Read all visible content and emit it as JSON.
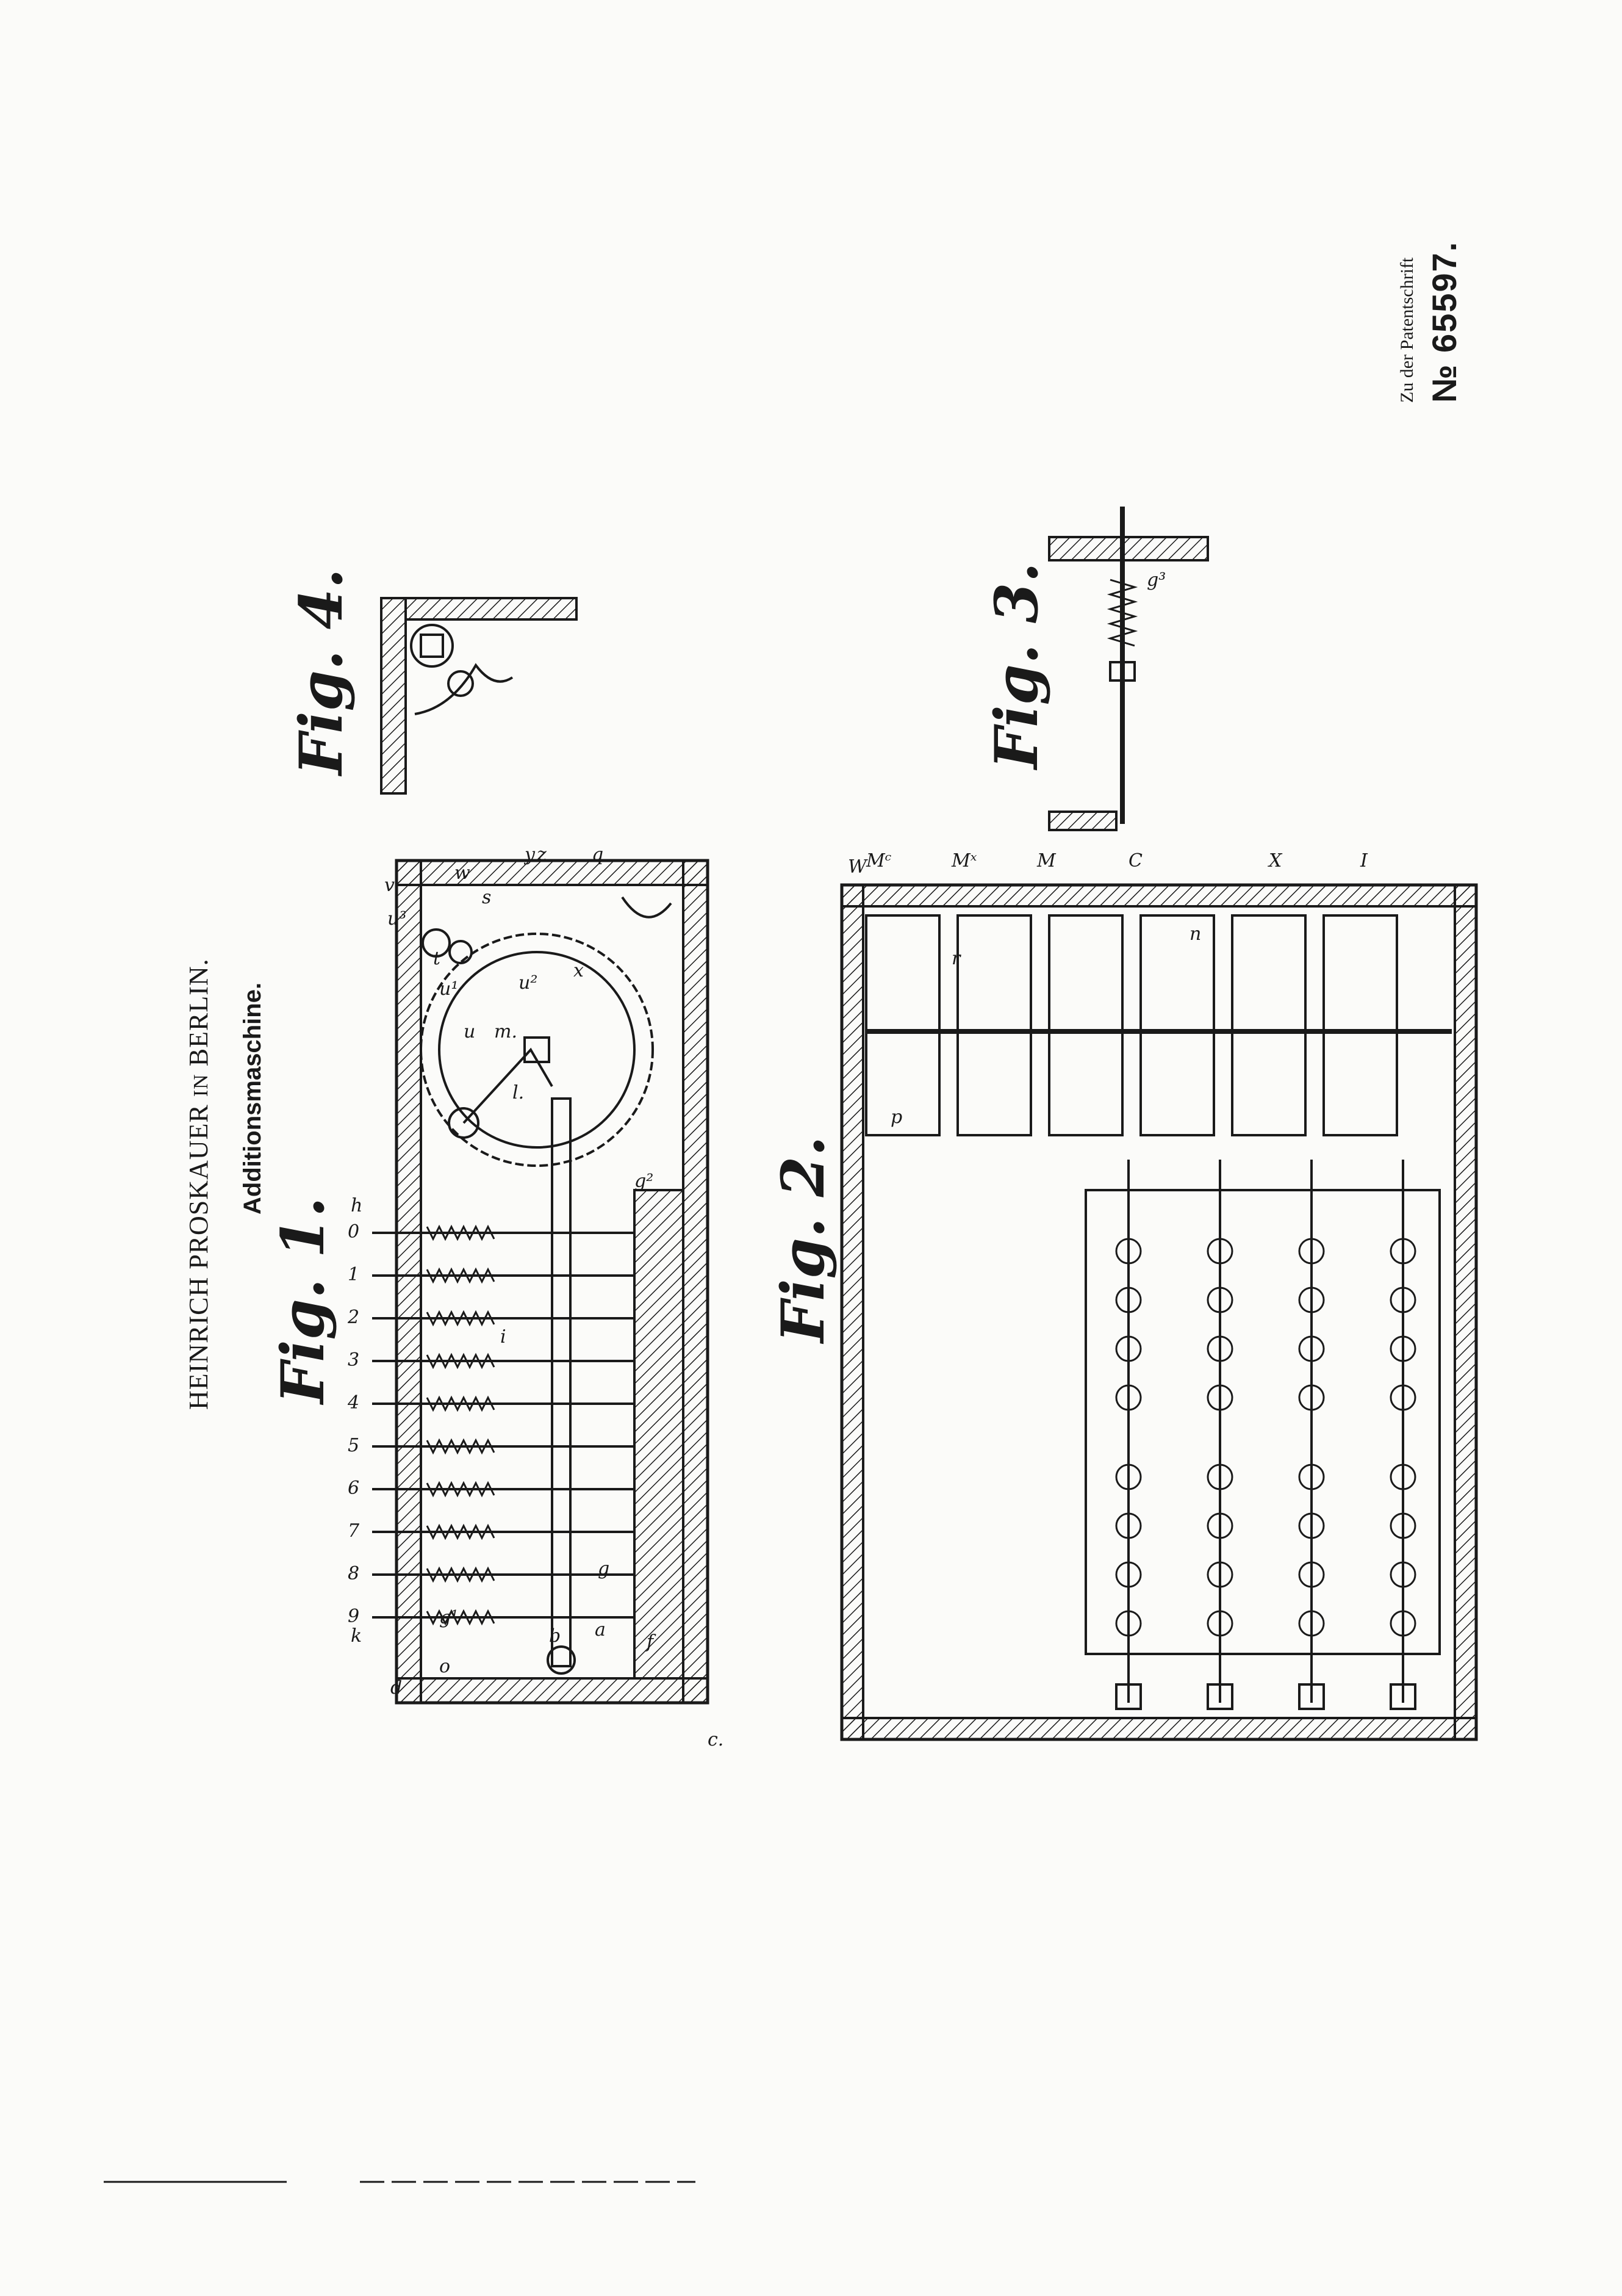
{
  "header": {
    "inventor": "HEINRICH PROSKAUER",
    "connector": "IN",
    "city": "BERLIN.",
    "title": "Additionsmaschine."
  },
  "reference": {
    "prefix": "Zu der Patentschrift",
    "number": "№ 65597."
  },
  "figures": {
    "fig1": "Fig. 1.",
    "fig2": "Fig. 2.",
    "fig3": "Fig. 3.",
    "fig4": "Fig. 4."
  },
  "fig1_key_numbers": [
    "0",
    "1",
    "2",
    "3",
    "4",
    "5",
    "6",
    "7",
    "8",
    "9"
  ],
  "labels": {
    "a": "a",
    "b": "b",
    "c": "c.",
    "d": "d",
    "f": "f",
    "g": "g",
    "g1": "g¹",
    "g2": "g²",
    "g3": "g³",
    "h": "h",
    "i": "i",
    "k": "k",
    "l": "l.",
    "m": "m.",
    "n": "n",
    "o": "o",
    "p": "p",
    "r": "r",
    "s": "s",
    "t": "t",
    "u": "u",
    "u1": "u¹",
    "u2": "u²",
    "u3": "u³",
    "v": "v",
    "w": "w",
    "x": "x",
    "y": "y",
    "z": "z",
    "M": "M",
    "MX": "Mˣ",
    "MC": "Mᶜ",
    "C": "C",
    "X": "X",
    "I": "I",
    "W": "W",
    "q": "q"
  },
  "colors": {
    "ink": "#1a1a1a",
    "paper": "#fbfbf9"
  }
}
